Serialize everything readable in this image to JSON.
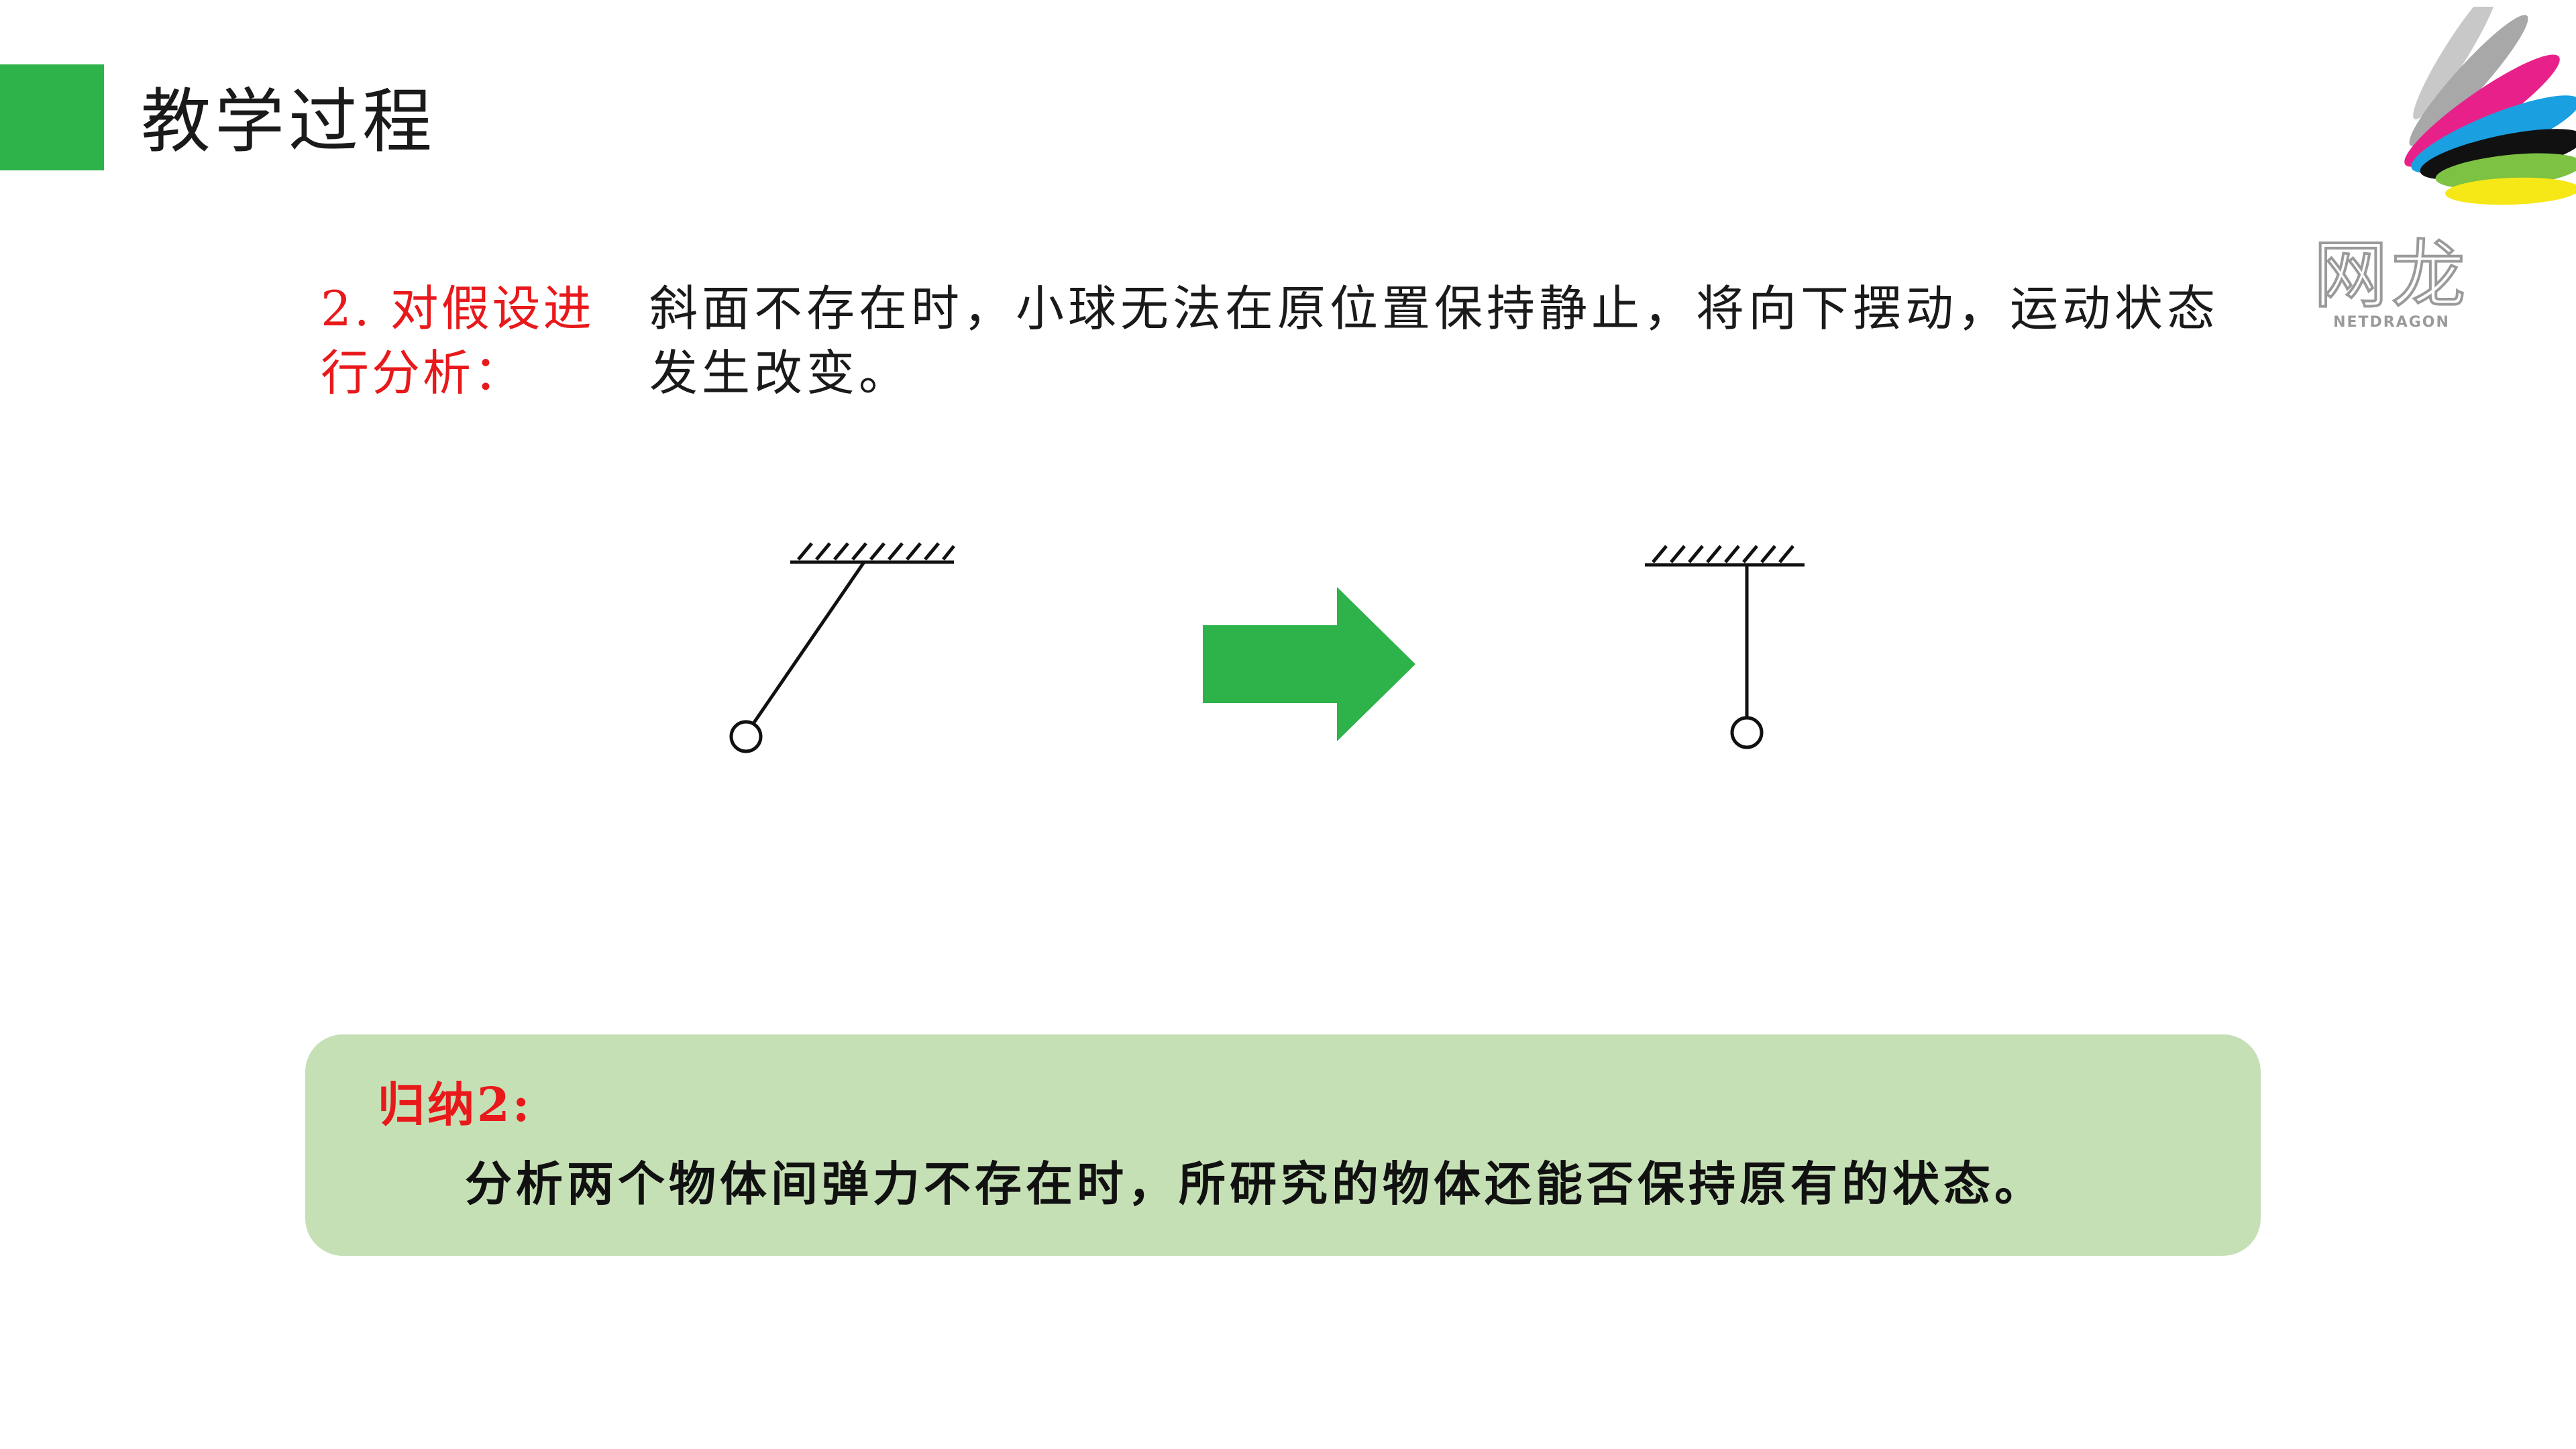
{
  "header": {
    "title": "教学过程",
    "accent_color": "#2eb24a"
  },
  "brand": {
    "name_cn": "网龙",
    "name_en": "NETDRAGON",
    "logo_icon": "petal-logo-icon"
  },
  "hypothesis": {
    "label": "2. 对假设进行分析：",
    "text": "斜面不存在时，小球无法在原位置保持静止，将向下摆动，运动状态发生改变。",
    "label_color": "#e8191b"
  },
  "figure": {
    "left_icon": "pendulum-tilted-icon",
    "arrow_icon": "arrow-right-icon",
    "right_icon": "pendulum-vertical-icon",
    "arrow_color": "#2eb24a"
  },
  "summary": {
    "label": "归纳2:",
    "text": "分析两个物体间弹力不存在时，所研究的物体还能否保持原有的状态。",
    "background": "#c6e0b6"
  }
}
